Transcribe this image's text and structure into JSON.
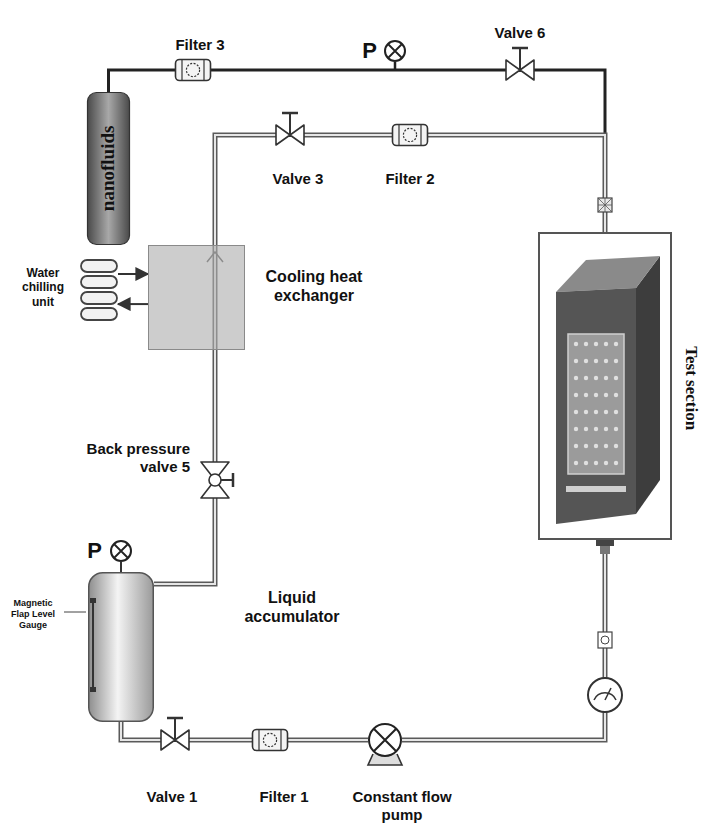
{
  "diagram": {
    "nodes": [
      {
        "text": [
          "Filter 3"
        ]
      },
      {
        "text": [
          "P"
        ]
      },
      {
        "text": [
          "Valve 6"
        ]
      },
      {
        "text": [
          "nanofluids"
        ]
      },
      {
        "text": [
          "Valve 3"
        ]
      },
      {
        "text": [
          "Filter 2"
        ]
      },
      {
        "text": [
          "Water chilling unit"
        ]
      },
      {
        "text": [
          "Cooling heat exchanger"
        ]
      },
      {
        "text": [
          "Test section"
        ]
      },
      {
        "text": [
          "Back pressure valve 5"
        ]
      },
      {
        "text": [
          "P"
        ]
      },
      {
        "text": [
          "Liquid accumulator"
        ]
      },
      {
        "text": [
          "Valve 1"
        ]
      },
      {
        "text": [
          "Filter 1"
        ]
      },
      {
        "text": [
          "Constant flow pump"
        ]
      }
    ],
    "edges": [
      {
        "from": 3,
        "to": 0,
        "arrow": "none"
      },
      {
        "from": 0,
        "to": 2,
        "arrow": "none"
      },
      {
        "from": 2,
        "to": 8,
        "arrow": "none"
      },
      {
        "from": 8,
        "to": 5,
        "arrow": "none"
      },
      {
        "from": 5,
        "to": 4,
        "arrow": "none"
      },
      {
        "from": 4,
        "to": 7,
        "arrow": "none"
      },
      {
        "from": 7,
        "to": 9,
        "arrow": "none"
      },
      {
        "from": 6,
        "to": 7,
        "arrow": "to"
      },
      {
        "from": 7,
        "to": 6,
        "arrow": "to"
      },
      {
        "from": 9,
        "to": 11,
        "arrow": "none"
      },
      {
        "from": 10,
        "to": 11,
        "arrow": "none"
      },
      {
        "from": 11,
        "to": 12,
        "arrow": "none"
      },
      {
        "from": 12,
        "to": 13,
        "arrow": "none"
      },
      {
        "from": 13,
        "to": 14,
        "arrow": "none"
      },
      {
        "from": 14,
        "to": 8,
        "arrow": "none"
      }
    ],
    "labels": [
      "Magnetic Flap Level Gauge"
    ]
  }
}
